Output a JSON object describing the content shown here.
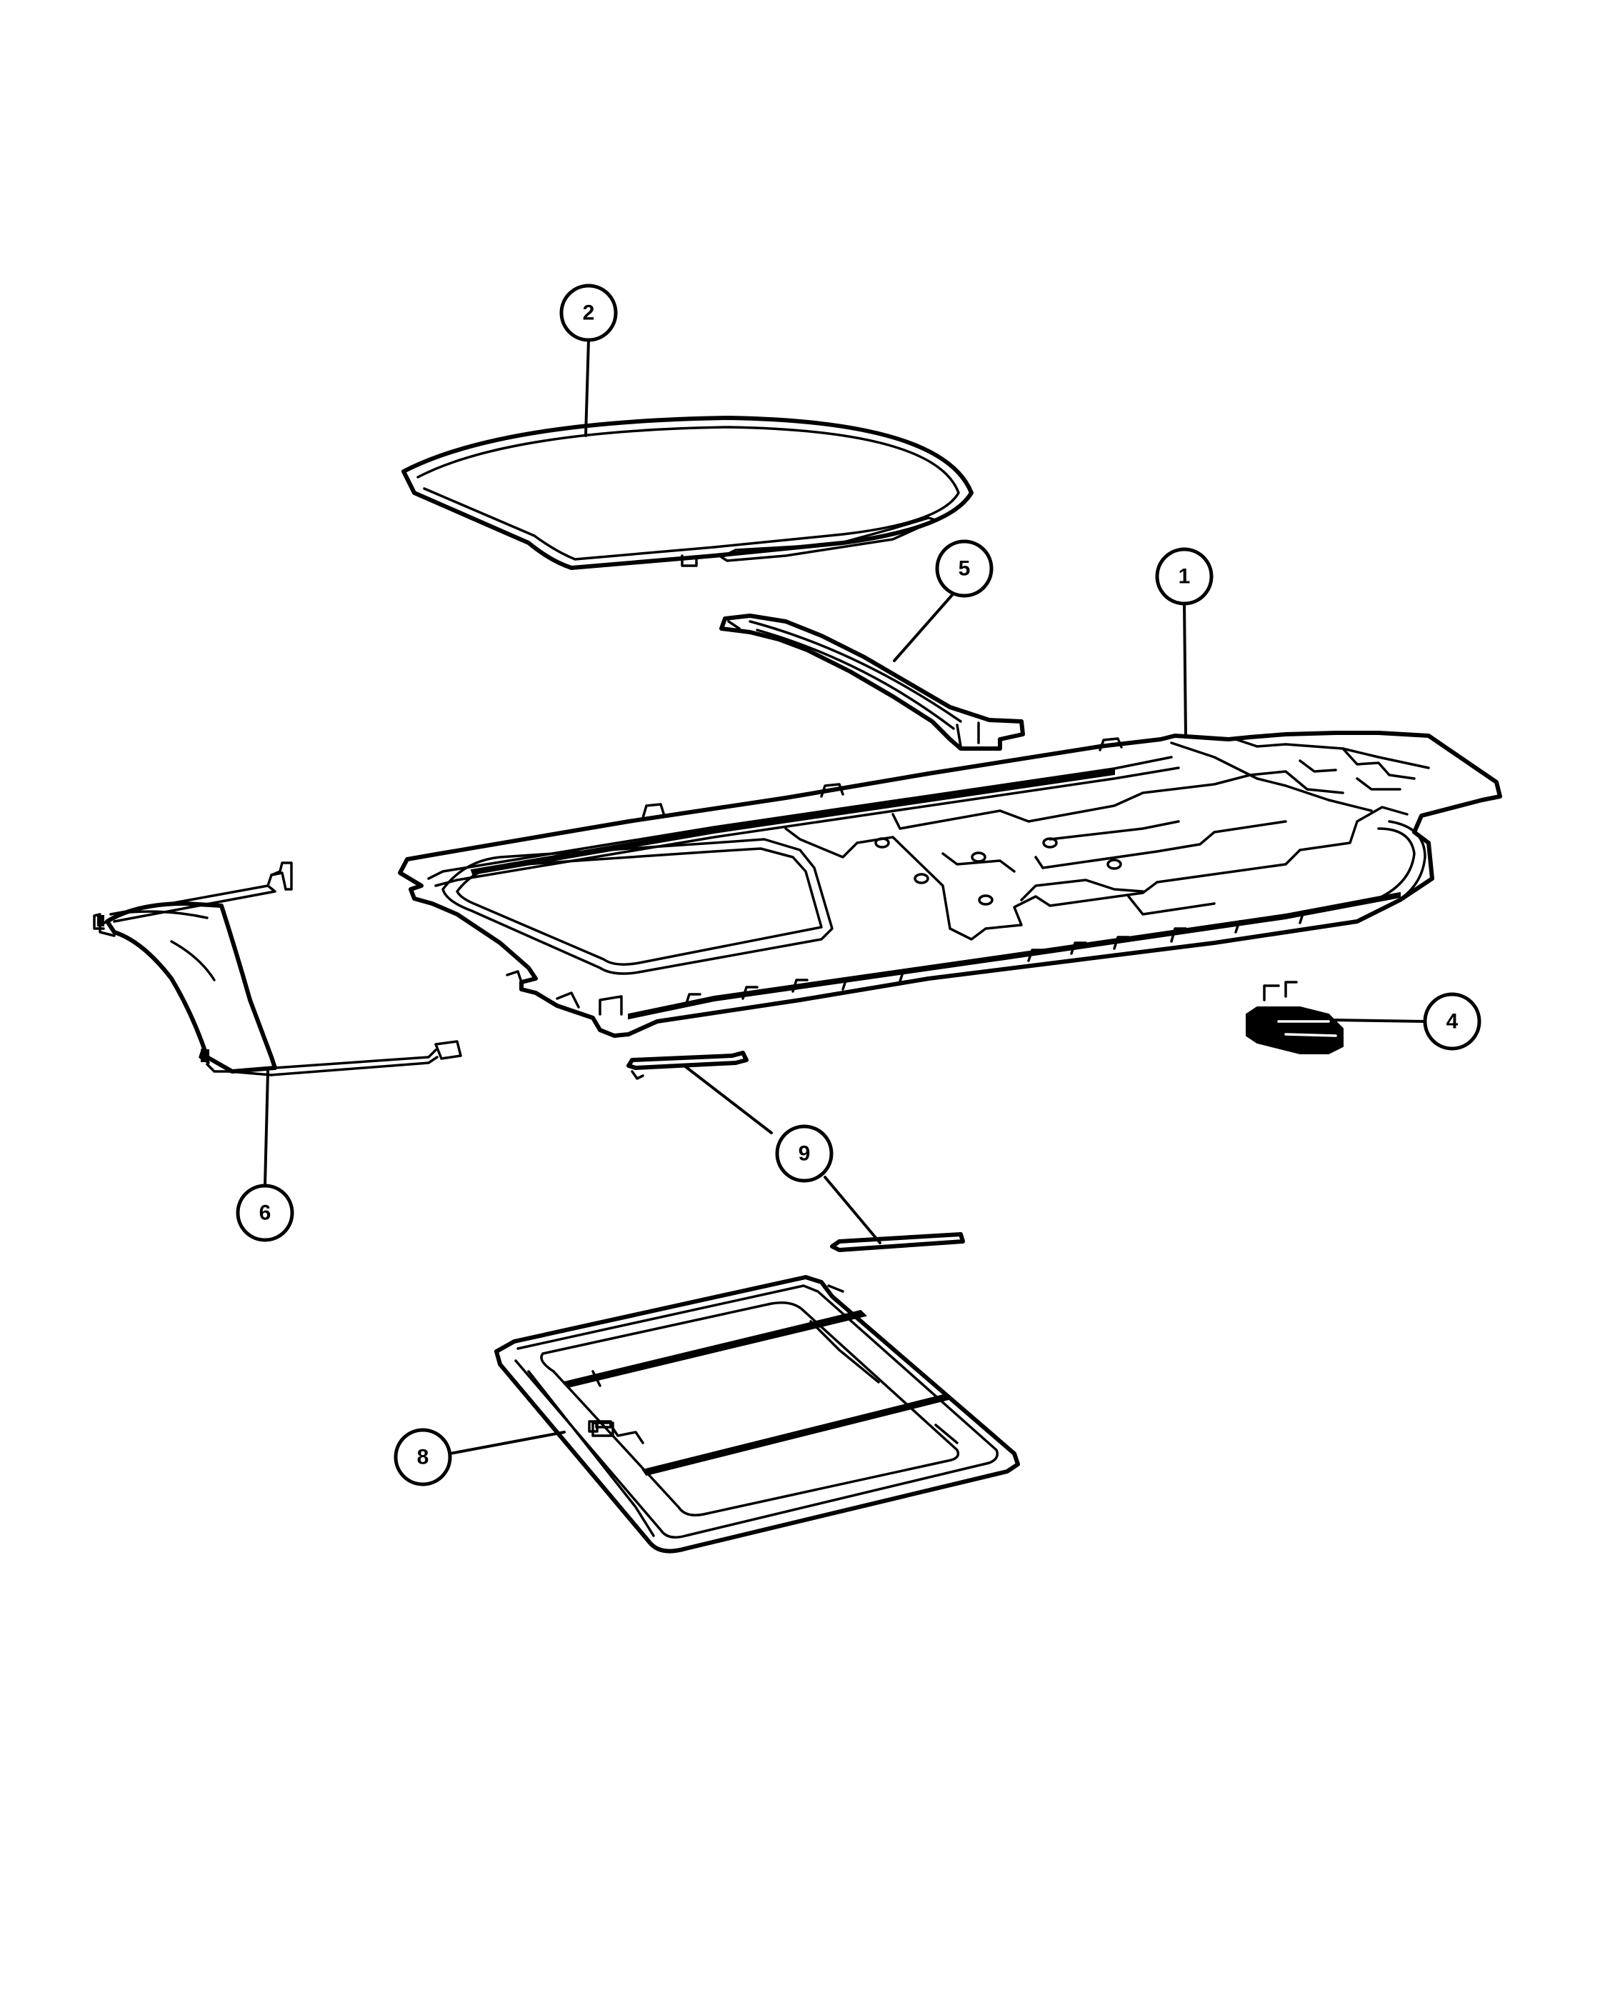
{
  "callouts": {
    "c1": "1",
    "c2": "2",
    "c4": "4",
    "c5": "5",
    "c6": "6",
    "c8": "8",
    "c9": "9"
  }
}
